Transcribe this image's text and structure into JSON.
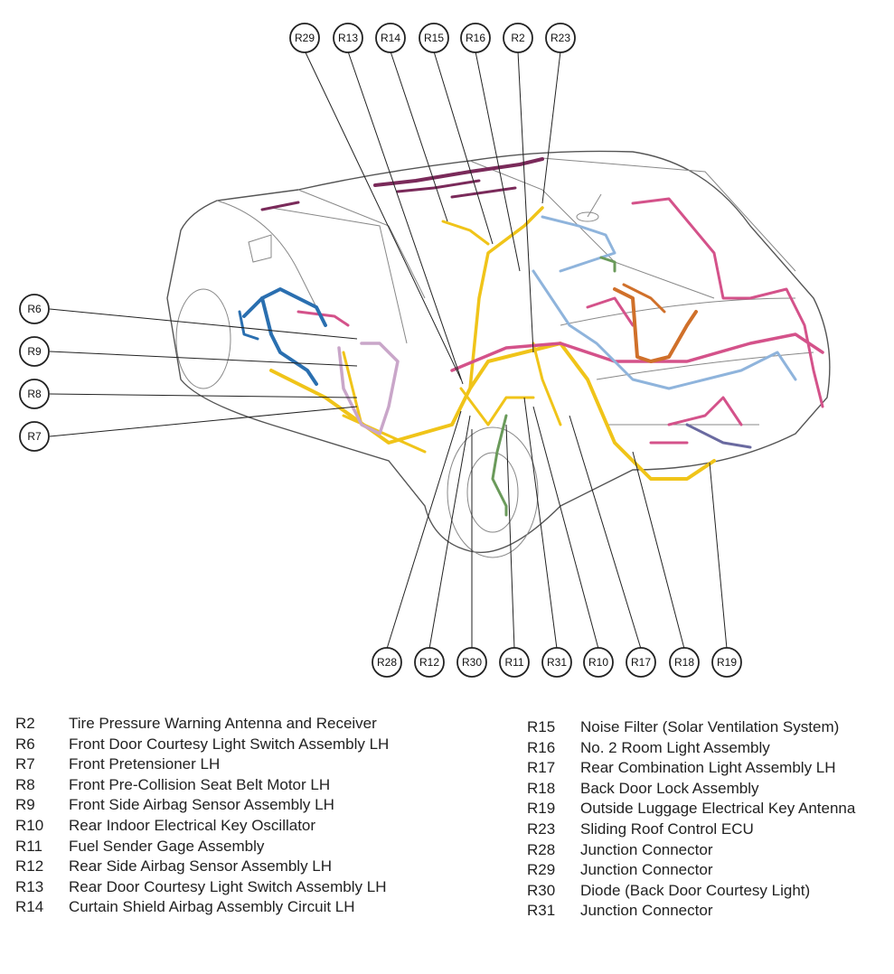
{
  "callouts": {
    "top": [
      "R29",
      "R13",
      "R14",
      "R15",
      "R16",
      "R2",
      "R23"
    ],
    "left": [
      "R6",
      "R9",
      "R8",
      "R7"
    ],
    "bottom": [
      "R28",
      "R12",
      "R30",
      "R11",
      "R31",
      "R10",
      "R17",
      "R18",
      "R19"
    ]
  },
  "legend_left": [
    {
      "code": "R2",
      "name": "Tire Pressure Warning Antenna and Receiver"
    },
    {
      "code": "R6",
      "name": "Front Door Courtesy Light Switch Assembly LH"
    },
    {
      "code": "R7",
      "name": "Front Pretensioner LH"
    },
    {
      "code": "R8",
      "name": "Front Pre-Collision Seat Belt Motor LH"
    },
    {
      "code": "R9",
      "name": "Front Side Airbag Sensor Assembly LH"
    },
    {
      "code": "R10",
      "name": "Rear Indoor Electrical Key Oscillator"
    },
    {
      "code": "R11",
      "name": "Fuel Sender Gage Assembly"
    },
    {
      "code": "R12",
      "name": "Rear Side Airbag Sensor Assembly LH"
    },
    {
      "code": "R13",
      "name": "Rear Door Courtesy Light Switch Assembly LH"
    },
    {
      "code": "R14",
      "name": "Curtain Shield Airbag Assembly Circuit LH"
    }
  ],
  "legend_right": [
    {
      "code": "R15",
      "name": "Noise Filter (Solar Ventilation System)"
    },
    {
      "code": "R16",
      "name": "No. 2 Room Light Assembly"
    },
    {
      "code": "R17",
      "name": "Rear Combination Light Assembly LH"
    },
    {
      "code": "R18",
      "name": "Back Door Lock Assembly"
    },
    {
      "code": "R19",
      "name": "Outside Luggage Electrical Key Antenna"
    },
    {
      "code": "R23",
      "name": "Sliding Roof Control ECU"
    },
    {
      "code": "R28",
      "name": "Junction Connector"
    },
    {
      "code": "R29",
      "name": "Junction Connector"
    },
    {
      "code": "R30",
      "name": "Diode (Back Door Courtesy Light)"
    },
    {
      "code": "R31",
      "name": "Junction Connector"
    }
  ],
  "colors": {
    "harness_yellow": "#f0c419",
    "harness_purple": "#7a2a5a",
    "harness_pink": "#d4528a",
    "harness_blue": "#2a6fb0",
    "harness_lightblue": "#8fb4dc",
    "harness_orange": "#d0702a",
    "harness_green": "#6a9a5a",
    "harness_lilac": "#c9a6c9"
  }
}
